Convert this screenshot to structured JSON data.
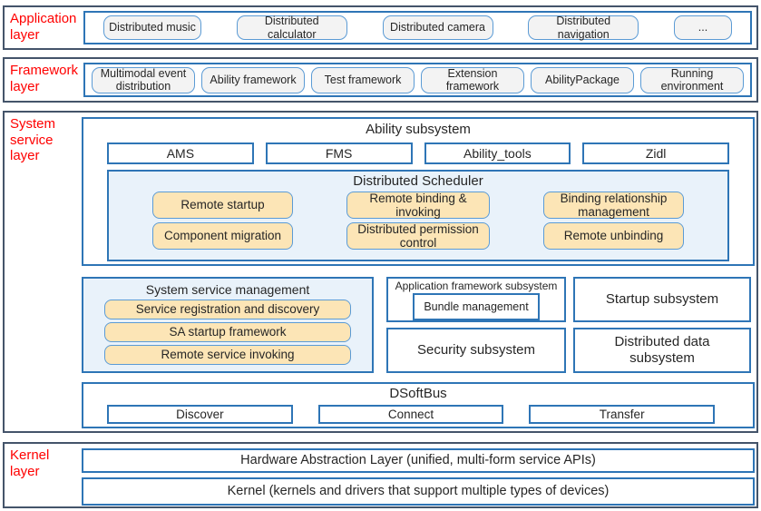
{
  "colors": {
    "band_border": "#44546a",
    "box_border": "#2e75b6",
    "pill_border": "#5b9bd5",
    "pill_fill": "#f3f3f3",
    "panel_fill_blue": "#e9f2fa",
    "chip_fill_orange": "#fce5b6",
    "layer_label_red": "#ff0000",
    "text": "#262626"
  },
  "layers": {
    "application": {
      "label": "Application layer",
      "items": [
        "Distributed music",
        "Distributed calculator",
        "Distributed camera",
        "Distributed navigation",
        "..."
      ]
    },
    "framework": {
      "label": "Framework layer",
      "items": [
        "Multimodal event distribution",
        "Ability framework",
        "Test framework",
        "Extension framework",
        "AbilityPackage",
        "Running environment"
      ]
    },
    "system_service": {
      "label": "System service layer",
      "ability_subsystem": {
        "title": "Ability subsystem",
        "items": [
          "AMS",
          "FMS",
          "Ability_tools",
          "Zidl"
        ],
        "distributed_scheduler": {
          "title": "Distributed Scheduler",
          "cells": [
            "Remote startup",
            "Remote binding & invoking",
            "Binding relationship management",
            "Component migration",
            "Distributed permission control",
            "Remote unbinding"
          ]
        }
      },
      "system_service_management": {
        "title": "System service management",
        "items": [
          "Service registration and discovery",
          "SA startup framework",
          "Remote service invoking"
        ]
      },
      "application_framework_subsystem": {
        "title": "Application framework subsystem",
        "bundle_management": "Bundle management"
      },
      "startup_subsystem": "Startup subsystem",
      "security_subsystem": "Security subsystem",
      "distributed_data_subsystem": "Distributed data subsystem",
      "dsoftbus": {
        "title": "DSoftBus",
        "items": [
          "Discover",
          "Connect",
          "Transfer"
        ]
      }
    },
    "kernel": {
      "label": "Kernel layer",
      "items": [
        "Hardware Abstraction Layer (unified, multi-form service APIs)",
        "Kernel (kernels and drivers that support multiple types of devices)"
      ]
    }
  }
}
